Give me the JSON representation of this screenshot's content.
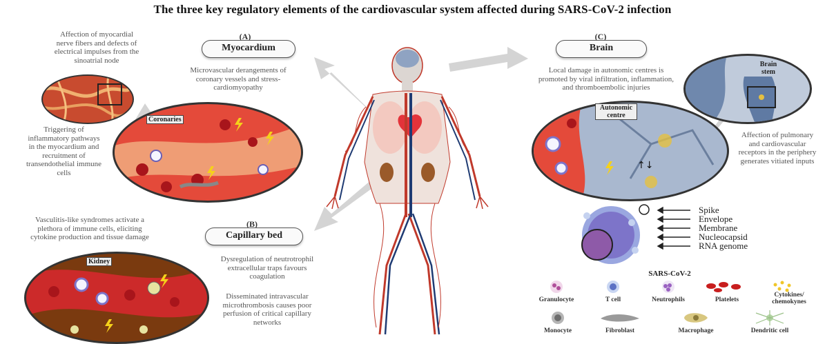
{
  "title": "The three key regulatory elements of the cardiovascular system affected during SARS-CoV-2 infection",
  "panels": {
    "a": {
      "letter": "(A)",
      "name": "Myocardium",
      "text_nerve": "Affection of myocardial nerve fibers and defects of electrical impulses from the sinoatrial node",
      "text_micro": "Microvascular derangements of coronary vessels and stress-cardiomyopathy",
      "text_inflam": "Triggering of inflammatory pathways in the myocardium and recruitment of transendothelial immune cells",
      "tag": "Coronaries"
    },
    "b": {
      "letter": "(B)",
      "name": "Capillary bed",
      "text_vasc": "Vasculitis-like syndromes activate a plethora of immune cells, eliciting cytokine production and tissue damage",
      "text_dys": "Dysregulation of neutrotrophil extracellular traps favours coagulation",
      "text_micro": "Disseminated intravascular microthrombosis causes poor perfusion of critical capillary networks",
      "tag": "Kidney"
    },
    "c": {
      "letter": "(C)",
      "name": "Brain",
      "text_local": "Local damage in autonomic centres is promoted by viral infiltration, inflammation, and thromboembolic injuries",
      "text_afferent": "Affection of pulmonary and cardiovascular receptors in the periphery generates vitiated inputs",
      "tag_stem": "Brain stem",
      "tag_auto": "Autonomic centre"
    }
  },
  "virus": {
    "name": "SARS-CoV-2",
    "parts": [
      "Spike",
      "Envelope",
      "Membrane",
      "Nucleocapsid",
      "RNA genome"
    ]
  },
  "legend": {
    "row1": [
      "Granulocyte",
      "T cell",
      "Neutrophils",
      "Platelets",
      "Cytokines/ chemokynes"
    ],
    "row2": [
      "Monocyte",
      "Fibroblast",
      "Macrophage",
      "Dendritic cell"
    ]
  },
  "colors": {
    "artery": "#c0392b",
    "vein": "#1f3b73",
    "tissue": "#d6453a",
    "blood": "#a8151b",
    "brain": "#8fa3c2",
    "arrow": "#c8c8c8",
    "virus": "#7d74c9"
  }
}
